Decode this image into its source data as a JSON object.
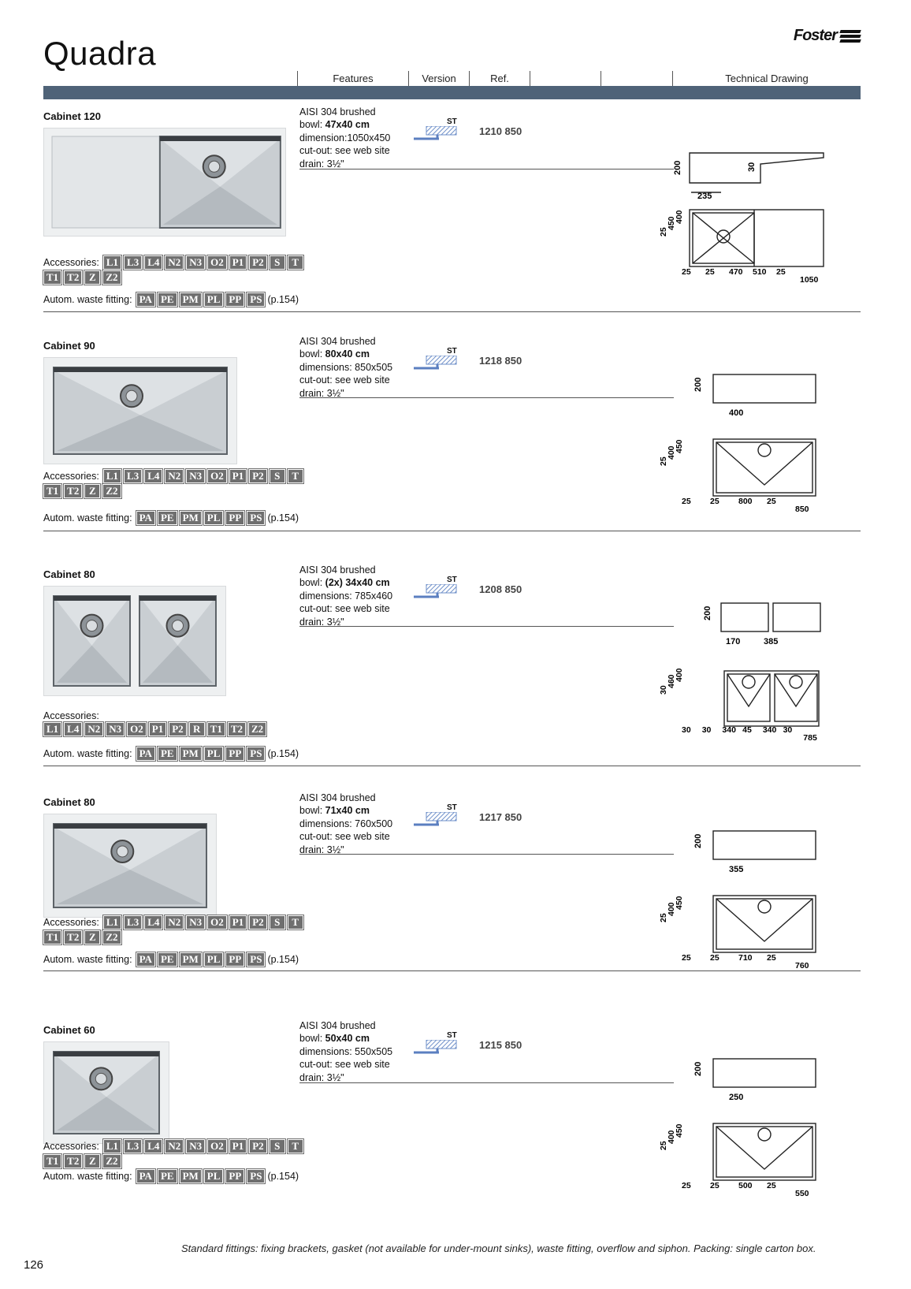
{
  "page": {
    "title": "Quadra",
    "brand": "Foster",
    "page_number": "126",
    "footer_note": "Standard fittings: fixing brackets, gasket (not available for under-mount sinks), waste fitting, overflow and siphon. Packing: single carton box."
  },
  "columns": {
    "features": "Features",
    "version": "Version",
    "ref": "Ref.",
    "technical_drawing": "Technical Drawing"
  },
  "labels": {
    "accessories": "Accessories:",
    "waste": "Autom. waste fitting:",
    "waste_page": "(p.154)",
    "version_code": "ST"
  },
  "waste_badges": [
    "PA",
    "PE",
    "PM",
    "PL",
    "PP",
    "PS"
  ],
  "sections": [
    {
      "title": "Cabinet  120",
      "material": "AISI 304 brushed",
      "bowl_label": "bowl: ",
      "bowl_value": "47x40 cm",
      "dimensions": "dimension:1050x450",
      "cutout": "cut-out: see web site",
      "drain": "drain: 3½\"",
      "ref": "1210 850",
      "accessories_row1": [
        "L1",
        "L3",
        "L4",
        "N2",
        "N3",
        "O2",
        "P1",
        "P2",
        "S",
        "T"
      ],
      "accessories_row2": [
        "T1",
        "T2",
        "Z",
        "Z2"
      ],
      "drawing": {
        "side": [
          "200",
          "30",
          "235"
        ],
        "top": [
          "25",
          "450",
          "400",
          "25",
          "25",
          "470",
          "510",
          "25",
          "1050"
        ]
      }
    },
    {
      "title": "Cabinet  90",
      "material": "AISI 304 brushed",
      "bowl_label": "bowl: ",
      "bowl_value": "80x40 cm",
      "dimensions": "dimensions: 850x505",
      "cutout": "cut-out: see web site",
      "drain": "drain: 3½\"",
      "ref": "1218 850",
      "accessories_row1": [
        "L1",
        "L3",
        "L4",
        "N2",
        "N3",
        "O2",
        "P1",
        "P2",
        "S",
        "T"
      ],
      "accessories_row2": [
        "T1",
        "T2",
        "Z",
        "Z2"
      ],
      "drawing": {
        "side": [
          "200",
          "400"
        ],
        "top": [
          "25",
          "400",
          "450",
          "25",
          "25",
          "800",
          "25",
          "850"
        ]
      }
    },
    {
      "title": "Cabinet  80",
      "material": "AISI 304 brushed",
      "bowl_label": "bowl: ",
      "bowl_value": "(2x) 34x40 cm",
      "dimensions": "dimensions: 785x460",
      "cutout": "cut-out: see web site",
      "drain": "drain: 3½\"",
      "ref": "1208 850",
      "accessories_row1": [
        "L1",
        "L4",
        "N2",
        "N3",
        "O2",
        "P1",
        "P2",
        "R",
        "T1",
        "T2",
        "Z2"
      ],
      "accessories_row2": [],
      "drawing": {
        "side": [
          "200",
          "170",
          "385"
        ],
        "top": [
          "30",
          "460",
          "400",
          "30",
          "30",
          "340",
          "45",
          "340",
          "30",
          "785"
        ]
      }
    },
    {
      "title": "Cabinet  80",
      "material": "AISI 304 brushed",
      "bowl_label": "bowl: ",
      "bowl_value": "71x40 cm",
      "dimensions": "dimensions: 760x500",
      "cutout": "cut-out: see web site",
      "drain": "drain: 3½\"",
      "ref": "1217 850",
      "accessories_row1": [
        "L1",
        "L3",
        "L4",
        "N2",
        "N3",
        "O2",
        "P1",
        "P2",
        "S",
        "T"
      ],
      "accessories_row2": [
        "T1",
        "T2",
        "Z",
        "Z2"
      ],
      "drawing": {
        "side": [
          "200",
          "355"
        ],
        "top": [
          "25",
          "400",
          "450",
          "25",
          "25",
          "710",
          "25",
          "760"
        ]
      }
    },
    {
      "title": "Cabinet  60",
      "material": "AISI 304 brushed",
      "bowl_label": "bowl: ",
      "bowl_value": "50x40 cm",
      "dimensions": "dimensions: 550x505",
      "cutout": "cut-out: see web site",
      "drain": "drain: 3½\"",
      "ref": "1215 850",
      "accessories_row1": [
        "L1",
        "L3",
        "L4",
        "N2",
        "N3",
        "O2",
        "P1",
        "P2",
        "S",
        "T"
      ],
      "accessories_row2": [
        "T1",
        "T2",
        "Z",
        "Z2"
      ],
      "drawing": {
        "side": [
          "200",
          "250"
        ],
        "top": [
          "25",
          "400",
          "450",
          "25",
          "25",
          "500",
          "25",
          "550"
        ]
      }
    }
  ]
}
